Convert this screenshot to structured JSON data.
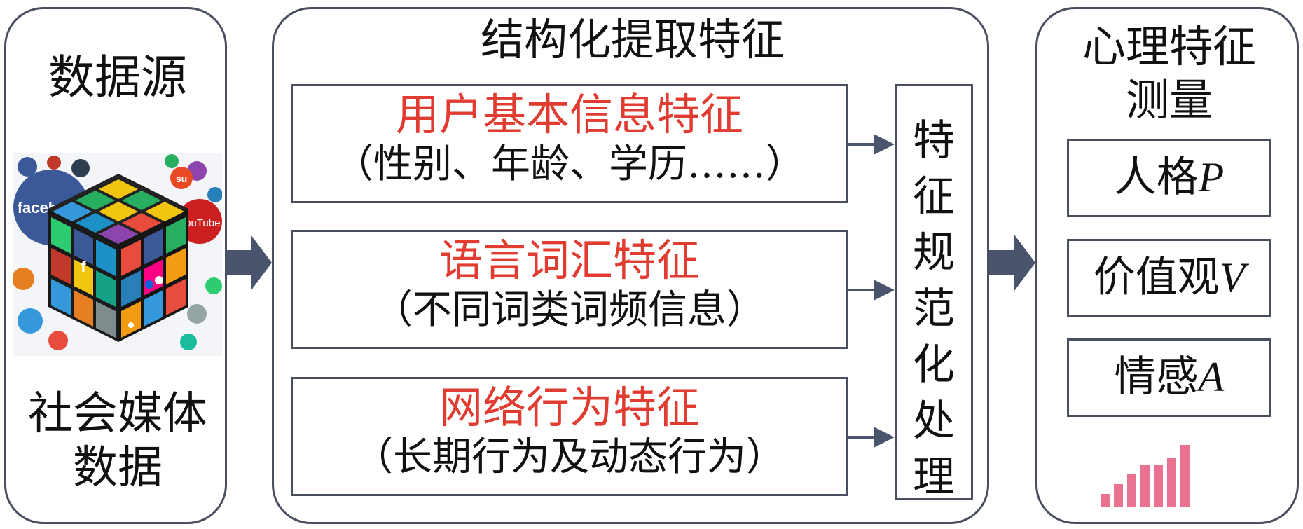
{
  "source": {
    "title": "数据源",
    "label_line1": "社会媒体",
    "label_line2": "数据",
    "image_text": "facebook",
    "image_icons": [
      "social-media-cube-icon",
      "facebook-logo-icon",
      "youtube-logo-icon",
      "twitter-logo-icon",
      "stumbleupon-logo-icon",
      "flickr-logo-icon",
      "rss-icon"
    ]
  },
  "extraction": {
    "title": "结构化提取特征",
    "features": [
      {
        "name": "用户基本信息特征",
        "desc": "（性别、年龄、学历……）"
      },
      {
        "name": "语言词汇特征",
        "desc": "（不同词类词频信息）"
      },
      {
        "name": "网络行为特征",
        "desc": "（长期行为及动态行为）"
      }
    ],
    "normalize": [
      "特",
      "征",
      "规",
      "范",
      "化",
      "处",
      "理"
    ]
  },
  "psych": {
    "title_line1": "心理特征",
    "title_line2": "测量",
    "measures": [
      {
        "label": "人格",
        "var": "P"
      },
      {
        "label": "价值观",
        "var": "V"
      },
      {
        "label": "情感",
        "var": "A"
      }
    ],
    "signal_icon": "signal-strength-bars-icon"
  },
  "colors": {
    "frame": "#4a4f60",
    "arrow": "#4a546c",
    "feature_name": "#e03c31",
    "bars": "#e8728f"
  }
}
